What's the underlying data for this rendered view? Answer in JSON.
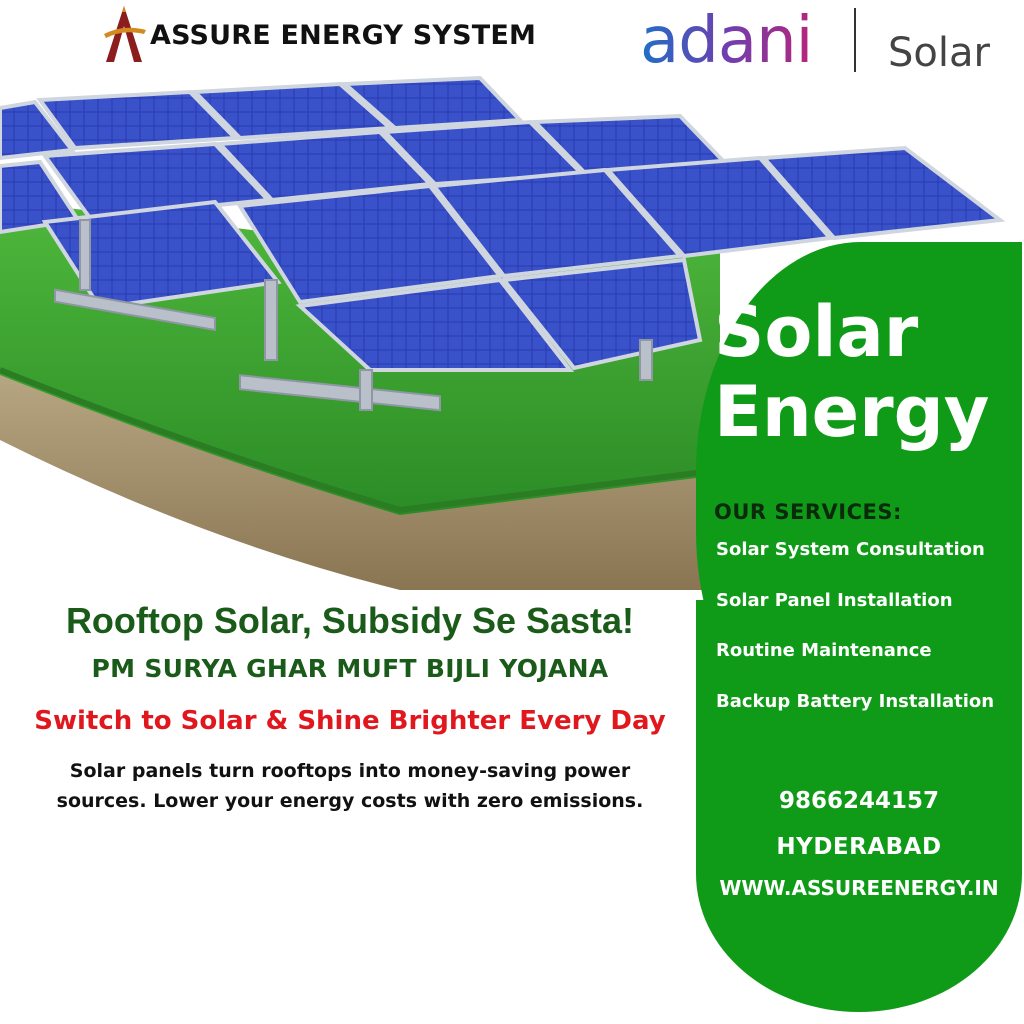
{
  "header": {
    "brand_name": "ASSURE ENERGY SYSTEM",
    "partner_name": "adani",
    "partner_sub": "Solar"
  },
  "panel": {
    "title_line1": "Solar",
    "title_line2": "Energy",
    "services_heading": "OUR SERVICES:",
    "services": [
      "Solar System Consultation",
      "Solar Panel Installation",
      "Routine Maintenance",
      "Backup Battery Installation"
    ],
    "phone": "9866244157",
    "city": "HYDERABAD",
    "website": "WWW.ASSUREENERGY.IN"
  },
  "copy": {
    "headline": "Rooftop Solar, Subsidy Se Sasta!",
    "scheme": "PM SURYA GHAR MUFT BIJLI YOJANA",
    "tagline": "Switch to Solar & Shine Brighter Every Day",
    "description": "Solar panels turn rooftops into money-saving power sources.  Lower your energy costs with zero emissions."
  },
  "colors": {
    "panel_green": "#0f9b17",
    "headline_green": "#1a5b1a",
    "tagline_red": "#e0181e",
    "panel_blue": "#2a3fb0",
    "grass": "#3aa52e",
    "soil": "#a08d6c"
  },
  "icons": {
    "brand": "assure-energy-logo-icon",
    "illustration": "solar-panels-on-grass-illustration"
  }
}
